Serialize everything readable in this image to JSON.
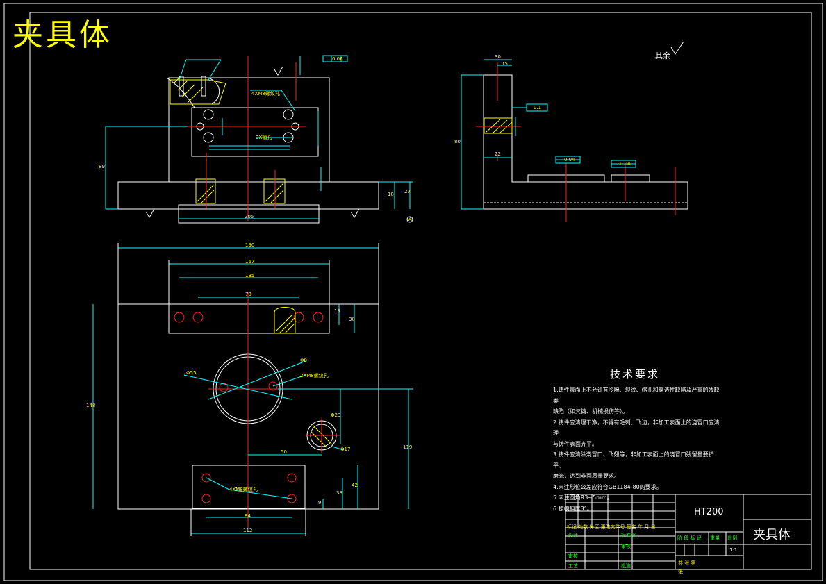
{
  "title": "夹具体",
  "roughness_note": "其余",
  "tech_requirements": {
    "title": "技术要求",
    "items": [
      "1.铸件表面上不允许有冷隔、裂纹、缩孔和穿透性缺陷及严重的残缺类",
      "缺陷（如欠铸、机械损伤等）。",
      "2.铸件应清理干净，不得有毛刺、飞边，非加工表面上的浇冒口应清理",
      "与铸件表面齐平。",
      "3.铸件应清除浇冒口、飞翅等，非加工表面上的浇冒口残留量要铲平、",
      "磨光，达到非面质量要求。",
      "4.未注形位公差应符合GB1184-80的要求。",
      "5.未注圆角R3~5mm。",
      "6.拔模斜度3°。"
    ]
  },
  "title_block": {
    "material": "HT200",
    "part_name": "夹具体",
    "header_row": "标记 处数 分区 更改文件号 签名 年 月 日",
    "designer": "设计",
    "standardization": "标准化",
    "review": "审核",
    "process": "工艺",
    "approve": "批准",
    "check": "审核",
    "stage_labels": "阶 段 标 记",
    "weight": "重量",
    "scale": "比例",
    "scale_value": "1:1",
    "sheets": "共  张  第",
    "sheet_of": "张"
  },
  "dimensions": {
    "front_width": "205",
    "front_height": "89",
    "front_base_h": "18",
    "front_base_h2": "27",
    "plan_width": "190",
    "plan_167": "167",
    "plan_135": "135",
    "plan_78": "78",
    "plan_13": "13",
    "plan_30": "30",
    "plan_height": "148",
    "plan_112": "112",
    "plan_84": "84",
    "plan_119": "119",
    "plan_42": "42",
    "plan_38": "38",
    "plan_9": "9",
    "plan_50": "50",
    "plan_d55": "Φ55",
    "plan_d17": "Φ17",
    "plan_d8": "Φ8",
    "plan_d23": "Φ23",
    "side_30": "30",
    "side_15": "15",
    "side_height": "80",
    "side_22": "22",
    "callout_4x": "4XM8螺纹孔",
    "callout_2x": "2XM8螺纹孔",
    "callout_2x_pin": "2X销孔",
    "callout_4x_plan": "4XM8螺纹孔"
  },
  "tolerances": {
    "parallel_top": "0.06",
    "perp_side": "0.1",
    "parallel_side1": "0.04",
    "parallel_side2": "0.04",
    "datum": "A"
  }
}
